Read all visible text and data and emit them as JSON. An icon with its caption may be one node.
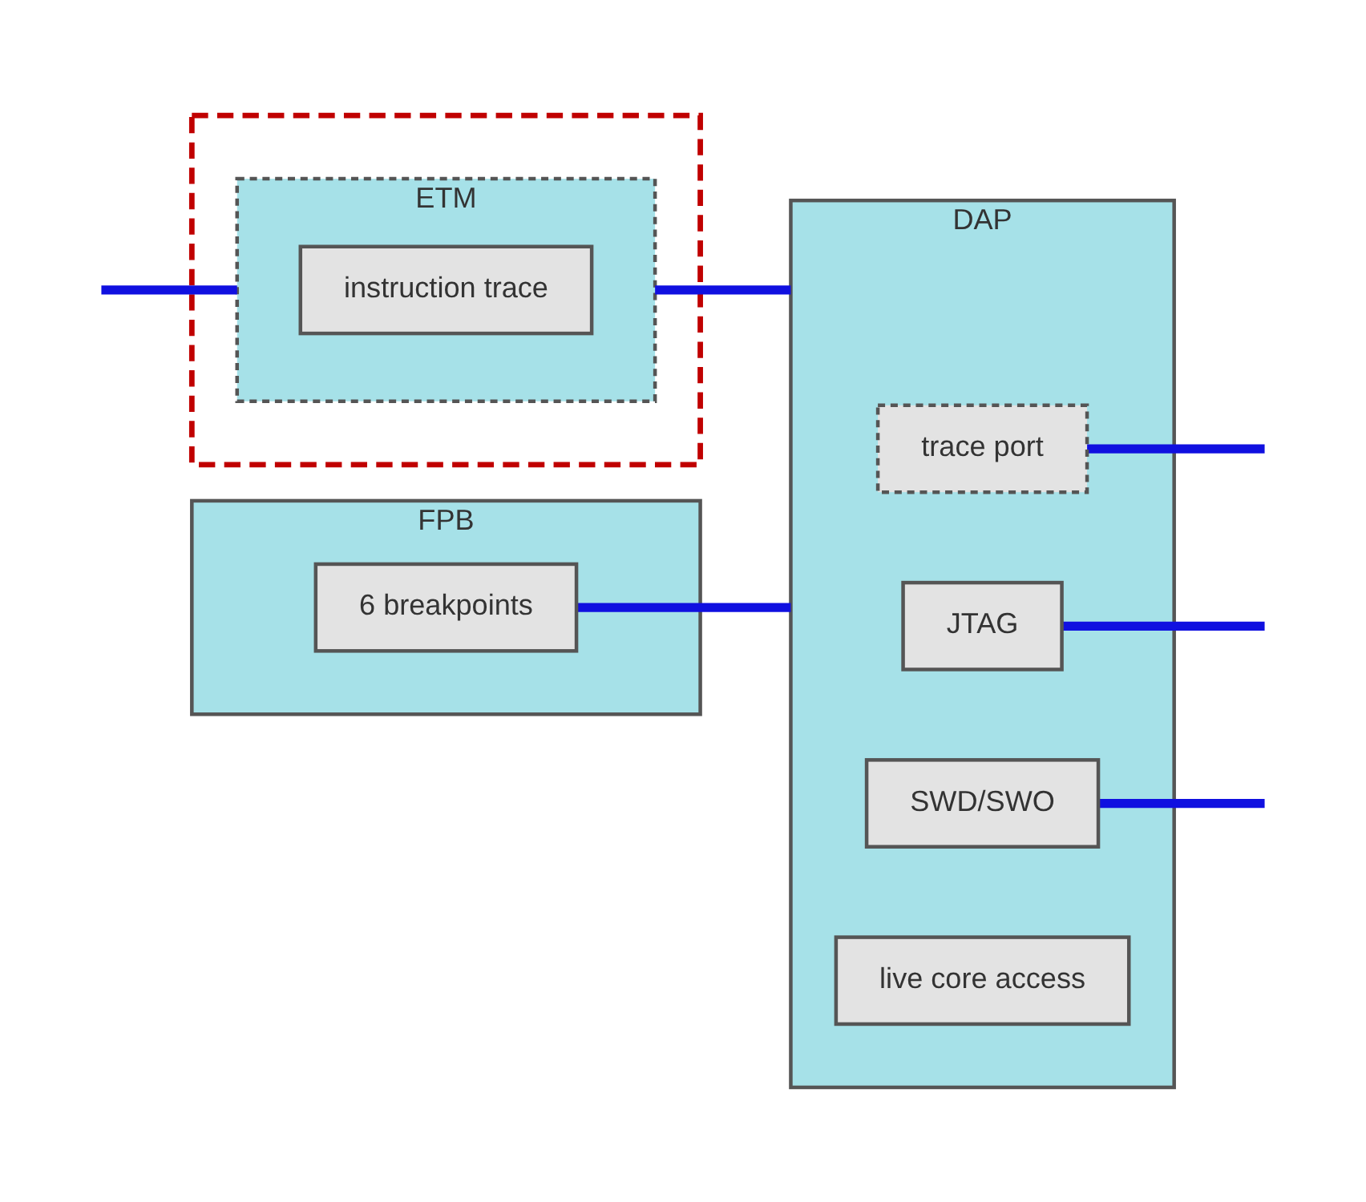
{
  "diagram": {
    "nodes": [
      {
        "text": [],
        "shape": "box"
      },
      {
        "text": [
          "ETM"
        ],
        "in": 0
      },
      {
        "text": [
          "instruction trace"
        ],
        "in": 1
      },
      {
        "text": [
          "FPB"
        ]
      },
      {
        "text": [
          "6 breakpoints"
        ],
        "in": 3
      },
      {
        "text": [
          "DAP"
        ]
      },
      {
        "text": [
          "trace port"
        ],
        "in": 5
      },
      {
        "text": [
          "JTAG"
        ],
        "in": 5
      },
      {
        "text": [
          "SWD/SWO"
        ],
        "in": 5
      },
      {
        "text": [
          "live core access"
        ],
        "in": 5
      }
    ],
    "edges": [
      {
        "from": null,
        "to": 1,
        "arrow": "none"
      },
      {
        "from": 1,
        "to": 5,
        "arrow": "none"
      },
      {
        "from": 4,
        "to": 5,
        "arrow": "none"
      },
      {
        "from": 6,
        "to": null,
        "arrow": "none"
      },
      {
        "from": 7,
        "to": null,
        "arrow": "none"
      },
      {
        "from": 8,
        "to": null,
        "arrow": "none"
      }
    ]
  }
}
